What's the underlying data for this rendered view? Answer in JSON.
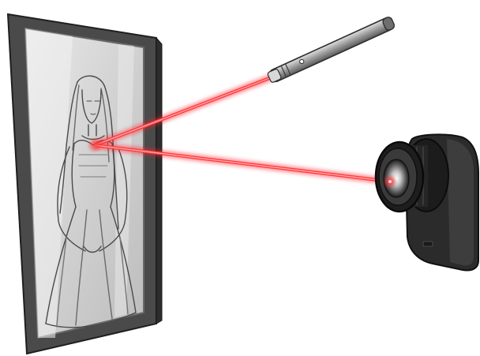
{
  "scene": {
    "palette": {
      "background": "#ffffff",
      "frame_dark": "#3a3a3a",
      "frame_mid": "#8a8a8a",
      "canvas_light": "#d4d4d4",
      "sketch_line": "#4a4a4a",
      "laser_core": "#ff6a6a",
      "laser_glow": "#ff1f2e",
      "device_body": "#2b2b2b",
      "pointer_metal": "#a9a9a9"
    },
    "objects": [
      "framed-portrait-sketch",
      "laser-pointer",
      "camera-lens-device",
      "laser-beam-to-portrait",
      "reflected-beam-to-camera"
    ]
  }
}
